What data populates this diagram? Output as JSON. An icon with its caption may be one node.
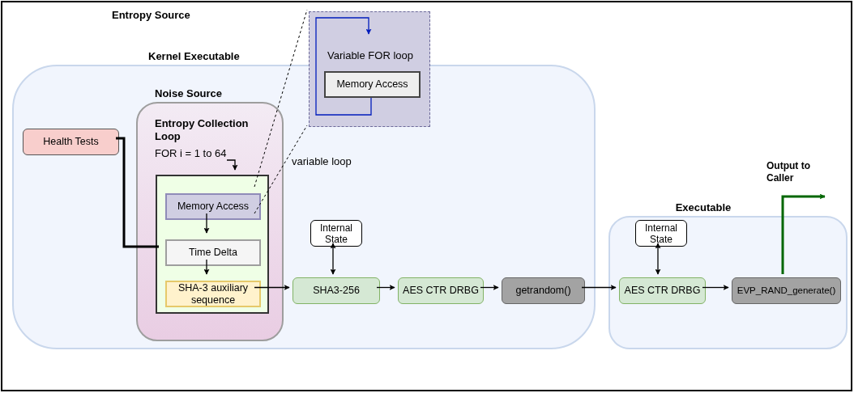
{
  "diagram": {
    "nodes": [
      {
        "text": [
          "Entropy Source"
        ]
      },
      {
        "text": [
          "Kernel Executable"
        ],
        "in": 0
      },
      {
        "text": [
          "Noise Source",
          "Entropy Collection Loop",
          "FOR i = 1 to 64"
        ],
        "in": 1
      },
      {
        "text": [],
        "shape": "box",
        "in": 2
      },
      {
        "text": [
          "Memory Access"
        ],
        "in": 3
      },
      {
        "text": [
          "Time Delta"
        ],
        "in": 3
      },
      {
        "text": [
          "SHA-3 auxiliary sequence"
        ],
        "in": 3
      },
      {
        "text": [
          "Health Tests"
        ],
        "in": 1
      },
      {
        "text": [
          "Variable FOR loop"
        ],
        "in": 0
      },
      {
        "text": [
          "Memory Access"
        ]
      },
      {
        "text": [
          "Internal State"
        ],
        "in": 1
      },
      {
        "text": [
          "SHA3-256"
        ],
        "in": 1
      },
      {
        "text": [
          "AES CTR DRBG"
        ],
        "in": 1
      },
      {
        "text": [
          "getrandom()"
        ],
        "in": 1
      },
      {
        "text": [
          "Executable"
        ],
        "in": 0
      },
      {
        "text": [
          "Internal State"
        ],
        "in": 14
      },
      {
        "text": [
          "AES CTR DRBG"
        ],
        "in": 14
      },
      {
        "text": [
          "EVP_RAND_generate()"
        ],
        "in": 14
      }
    ],
    "edges": [
      {
        "from": 7,
        "to": 5,
        "arrow": "none",
        "style": "thick"
      },
      {
        "from": null,
        "to": 3,
        "arrow": "to"
      },
      {
        "from": 4,
        "to": 5,
        "arrow": "to"
      },
      {
        "from": 5,
        "to": 6,
        "arrow": "to"
      },
      {
        "from": 6,
        "to": 11,
        "arrow": "to"
      },
      {
        "from": 11,
        "to": 12,
        "arrow": "to"
      },
      {
        "from": 12,
        "to": 13,
        "arrow": "to"
      },
      {
        "from": 13,
        "to": 16,
        "arrow": "to"
      },
      {
        "from": 16,
        "to": 17,
        "arrow": "to"
      },
      {
        "from": 10,
        "to": 11,
        "arrow": "both"
      },
      {
        "from": 15,
        "to": 16,
        "arrow": "both"
      },
      {
        "from": 17,
        "to": null,
        "arrow": "to",
        "style": "thick",
        "color": "#006600"
      },
      {
        "from": 4,
        "to": 8,
        "arrow": "none",
        "style": "dashed"
      },
      {
        "from": 4,
        "to": 8,
        "arrow": "none",
        "style": "dashed"
      },
      {
        "from": 9,
        "to": 8,
        "arrow": "to",
        "color": "#001dbc"
      }
    ],
    "labels": [
      "variable loop",
      "Output to Caller"
    ]
  }
}
